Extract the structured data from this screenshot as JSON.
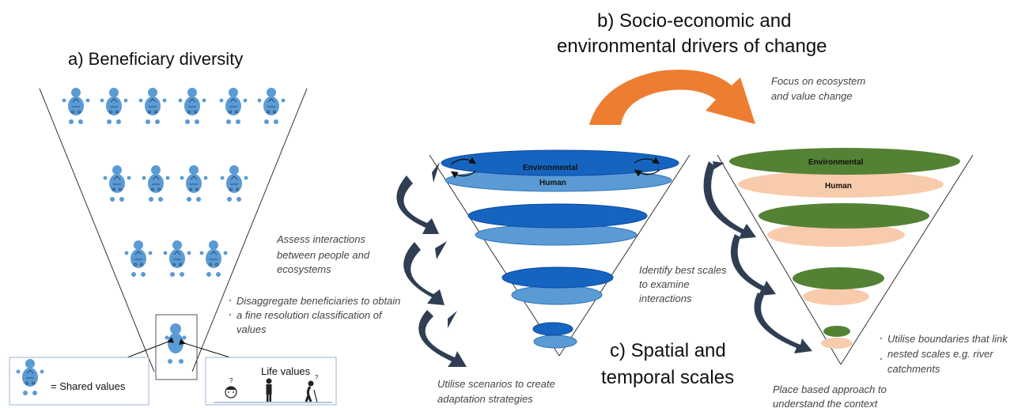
{
  "titles": {
    "beneficiary": "a) Beneficiary diversity",
    "drivers_line1": "b) Socio-economic and",
    "drivers_line2": "environmental drivers of change",
    "scales_line1": "c) Spatial and",
    "scales_line2": "temporal scales"
  },
  "labels": {
    "environmental_left": "Environmental",
    "human_left": "Human",
    "environmental_right": "Environmental",
    "human_right": "Human"
  },
  "notes": {
    "focus": [
      "Focus on ecosystem",
      "and value change"
    ],
    "assess": [
      "Assess interactions",
      "between people and",
      "ecosystems"
    ],
    "disaggregate": [
      "Disaggregate beneficiaries to obtain",
      "a fine resolution classification of",
      "values"
    ],
    "identify": [
      "Identify best scales",
      "to examine",
      "interactions"
    ],
    "scenarios": [
      "Utilise scenarios to create",
      "adaptation strategies"
    ],
    "boundaries": [
      "Utilise boundaries that link",
      "nested scales e.g. river",
      "catchments"
    ],
    "place": [
      "Place based approach to",
      "understand the context"
    ]
  },
  "legend": {
    "shared": "= Shared values",
    "life": "Life values"
  },
  "colors": {
    "person": "#5b9bd5",
    "env_blue": "#1565c0",
    "human_blue": "#5b9bd5",
    "env_green": "#548235",
    "human_peach": "#f8cbad",
    "orange_arrow": "#ed7d31",
    "curl_arrow": "#2f3e52"
  }
}
